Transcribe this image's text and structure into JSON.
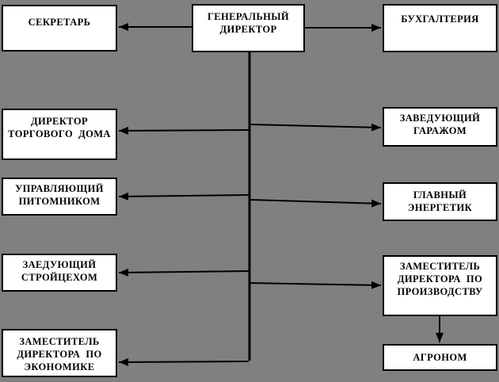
{
  "diagram": {
    "type": "org-chart",
    "colors": {
      "background": "#808080",
      "node_fill": "#ffffff",
      "node_border": "#000000",
      "connector": "#000000",
      "text": "#000000"
    },
    "nodes": {
      "general_director": {
        "label": "ГЕНЕРАЛЬНЫЙ\nДИРЕКТОР"
      },
      "secretary": {
        "label": "СЕКРЕТАРЬ"
      },
      "accounting": {
        "label": "БУХГАЛТЕРИЯ"
      },
      "trade_house": {
        "label": "ДИРЕКТОР\nТОРГОВОГО  ДОМА"
      },
      "garage": {
        "label": "ЗАВЕДУЮЩИЙ\nГАРАЖОМ"
      },
      "nursery": {
        "label": "УПРАВЛЯЮЩИЙ\nПИТОМНИКОМ"
      },
      "chief_energy": {
        "label": "ГЛАВНЫЙ\nЭНЕРГЕТИК"
      },
      "build_shop": {
        "label": "ЗАЕДУЮЩИЙ\nСТРОЙЦЕХОМ"
      },
      "production_deputy": {
        "label": "ЗАМЕСТИТЕЛЬ\nДИРЕКТОРА  ПО\nПРОИЗВОДСТВУ"
      },
      "economy_deputy": {
        "label": "ЗАМЕСТИТЕЛЬ\nДИРЕКТОРА  ПО\nЭКОНОМИКЕ"
      },
      "agronomist": {
        "label": "АГРОНОМ"
      }
    },
    "edges": [
      {
        "from": "general_director",
        "to": "secretary"
      },
      {
        "from": "general_director",
        "to": "accounting"
      },
      {
        "from": "general_director",
        "to": "trade_house"
      },
      {
        "from": "general_director",
        "to": "garage"
      },
      {
        "from": "general_director",
        "to": "nursery"
      },
      {
        "from": "general_director",
        "to": "chief_energy"
      },
      {
        "from": "general_director",
        "to": "build_shop"
      },
      {
        "from": "general_director",
        "to": "production_deputy"
      },
      {
        "from": "general_director",
        "to": "economy_deputy"
      },
      {
        "from": "production_deputy",
        "to": "agronomist"
      }
    ]
  }
}
